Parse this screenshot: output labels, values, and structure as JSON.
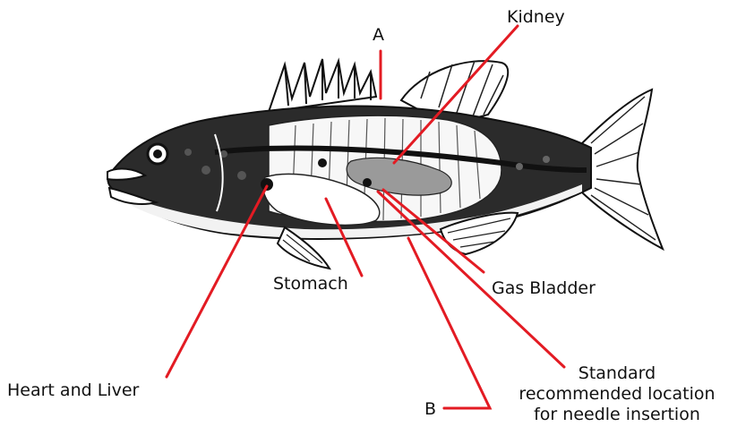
{
  "diagram": {
    "labels": {
      "a": "A",
      "kidney": "Kidney",
      "stomach": "Stomach",
      "gas_bladder": "Gas Bladder",
      "heart_liver": "Heart and Liver",
      "b": "B",
      "standard_line1": "Standard",
      "standard_line2": "recommended location",
      "standard_line3": "for needle insertion"
    },
    "colors": {
      "leader": "#e31b23",
      "ink": "#111111"
    }
  }
}
